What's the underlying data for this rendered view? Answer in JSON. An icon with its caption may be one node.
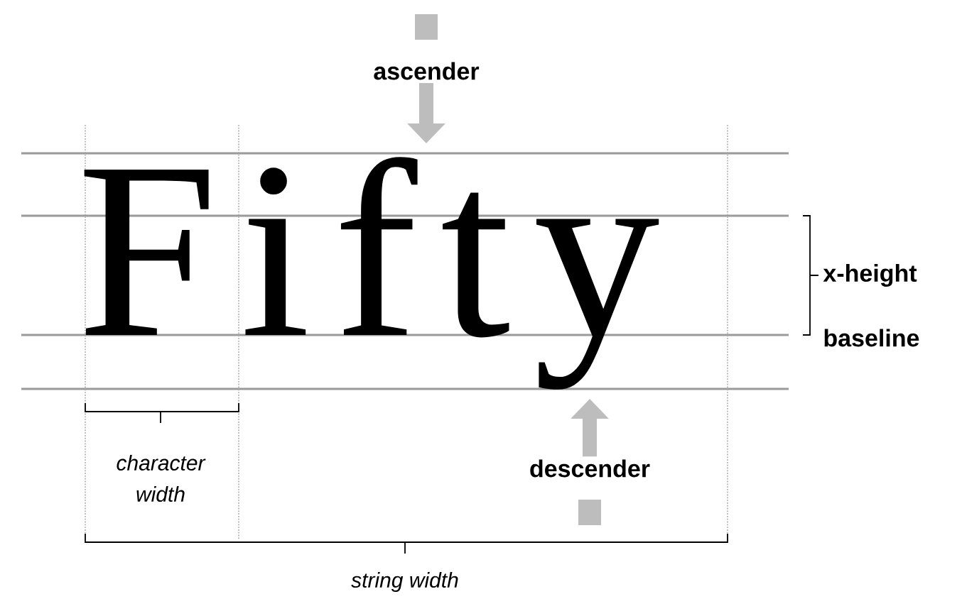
{
  "diagram": {
    "nodes": [
      {
        "text": [
          "ascender"
        ]
      },
      {
        "text": [
          "descender"
        ]
      }
    ],
    "edges": [
      {
        "from": 0,
        "to": null,
        "arrow": "to"
      },
      {
        "from": 1,
        "to": null,
        "arrow": "to"
      }
    ],
    "labels": [
      "Fifty",
      "x-height",
      "baseline",
      "character width",
      "string width"
    ]
  }
}
